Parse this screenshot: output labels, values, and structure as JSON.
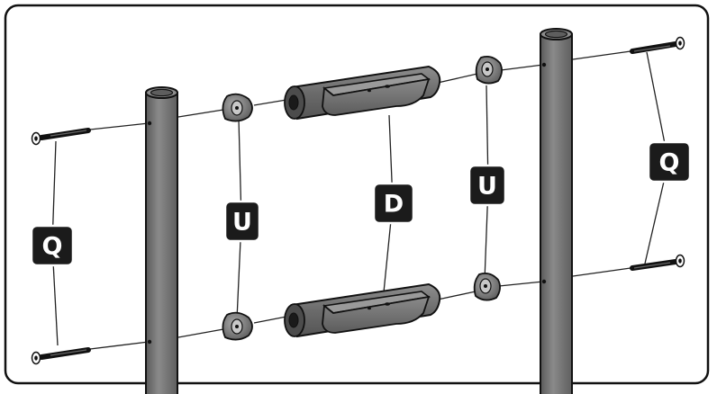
{
  "labels": {
    "q_left": "Q",
    "u_left": "U",
    "d_center": "D",
    "u_right": "U",
    "q_right": "Q"
  },
  "colors": {
    "part_gray": "#7a7a7a",
    "label_background": "#1b1b1b",
    "label_text": "#ffffff",
    "outline": "#111111"
  }
}
